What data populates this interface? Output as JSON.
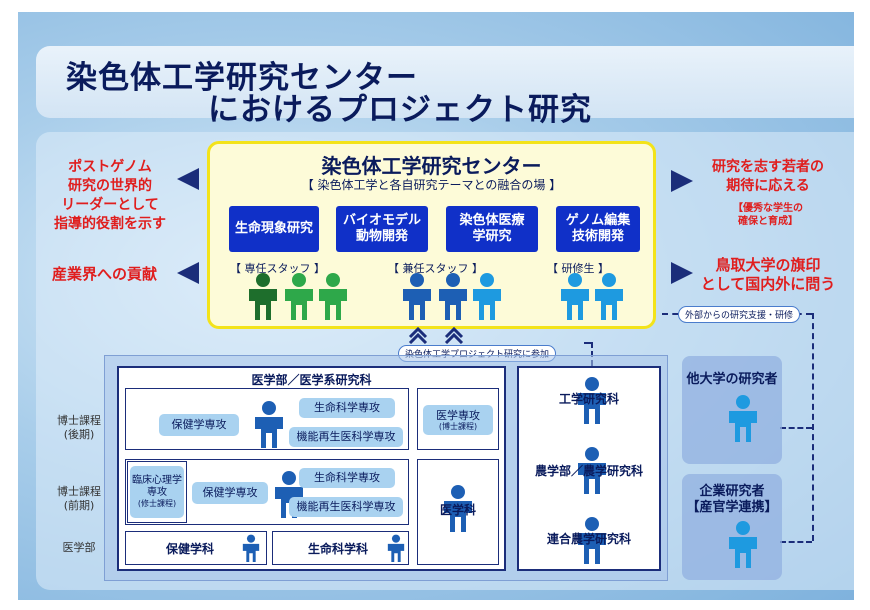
{
  "title": {
    "line1": "染色体工学研究センター",
    "line2": "におけるプロジェクト研究"
  },
  "center": {
    "title": "染色体工学研究センター",
    "subtitle": "【 染色体工学と各自研究テーマとの融合の場 】",
    "fields": [
      "生命現象研究",
      "バイオモデル動物開発",
      "染色体医療学研究",
      "ゲノム編集技術開発"
    ],
    "staff_labels": [
      "【 専任スタッフ 】",
      "【 兼任スタッフ 】",
      "【 研修生 】"
    ]
  },
  "left_texts": {
    "leader": [
      "ポストゲノム",
      "研究の世界的",
      "リーダーとして",
      "指導的役割を示す"
    ],
    "industry": "産業界への貢献"
  },
  "right_texts": {
    "young": [
      "研究を志す若者の",
      "期待に応える"
    ],
    "young_sub": [
      "【優秀な学生の",
      "確保と育成】"
    ],
    "tottori": [
      "鳥取大学の旗印",
      "として国内外に問う"
    ]
  },
  "callouts": {
    "external": "外部からの研究支援・研修",
    "participation": "染色体工学プロジェクト研究に参加"
  },
  "medical": {
    "header": "医学部／医学系研究科",
    "doctoral_late_pills": {
      "hoken": "保健学専攻",
      "seimei": "生命科学専攻",
      "kinou": "機能再生医科学専攻",
      "igaku": "医学専攻",
      "igaku_sub": "(博士課程)"
    },
    "doctoral_early_pills": {
      "rinsho": "臨床心理学専攻",
      "rinsho_sub": "(修士課程)",
      "hoken": "保健学専攻",
      "seimei": "生命科学専攻",
      "kinou": "機能再生医科学専攻"
    },
    "igakuka": "医学科",
    "undergrad": {
      "hoken": "保健学科",
      "seimei": "生命科学科"
    }
  },
  "row_labels": {
    "late": [
      "博士課程",
      "(後期)"
    ],
    "early": [
      "博士課程",
      "(前期)"
    ],
    "faculty": "医学部"
  },
  "other_depts": [
    "工学研究科",
    "農学部／農学研究科",
    "連合農学研究科"
  ],
  "side": {
    "other_univ": "他大学の研究者",
    "company": [
      "企業研究者",
      "【産官学連携】"
    ]
  },
  "colors": {
    "navy": "#0a1b5c",
    "red": "#e01e1e",
    "blue_box": "#1030c8",
    "yellow_border": "#f3e31a",
    "dark_green": "#1e6e2c",
    "green": "#2ea84a",
    "blue": "#1d5fb4",
    "light_blue": "#1e9ae0"
  },
  "icons": [
    "person-icon",
    "arrow-up-icon",
    "triangle-left-icon",
    "triangle-right-icon"
  ]
}
